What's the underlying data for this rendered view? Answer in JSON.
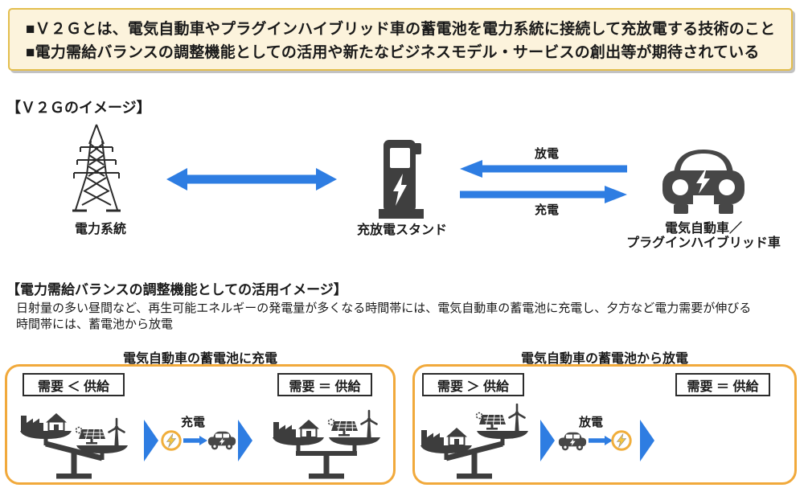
{
  "colors": {
    "accent_blue": "#2E7DE2",
    "panel_border_orange": "#F1A93B",
    "header_bg": "#FCF3DC",
    "header_border_gold": "#E3BE4E",
    "icon_gray": "#3F3F3F",
    "lightning_gold": "#F0AE3C"
  },
  "header_box": {
    "lines": [
      "■Ｖ２Ｇとは、電気自動車やプラグインハイブリッド車の蓄電池を電力系統に接続して充放電する技術のこと",
      "■電力需給バランスの調整機能としての活用や新たなビジネスモデル・サービスの創出等が期待されている"
    ]
  },
  "v2g_section": {
    "title": "【Ｖ２Ｇのイメージ】",
    "grid_label": "電力系統",
    "stand_label": "充放電スタンド",
    "car_label_line1": "電気自動車／",
    "car_label_line2": "プラグインハイブリッド車",
    "discharge_label": "放電",
    "charge_label": "充電"
  },
  "usage_section": {
    "title": "【電力需給バランスの調整機能としての活用イメージ】",
    "desc_line1": "日射量の多い昼間など、再生可能エネルギーの発電量が多くなる時間帯には、電気自動車の蓄電池に充電し、夕方など電力需要が伸びる",
    "desc_line2": "時間帯には、蓄電池から放電",
    "panels": [
      {
        "title": "電気自動車の蓄電池に充電",
        "left_box": "需要 ＜ 供給",
        "right_box": "需要 ＝ 供給",
        "action_label": "充電"
      },
      {
        "title": "電気自動車の蓄電池から放電",
        "left_box": "需要 ＞ 供給",
        "right_box": "需要 ＝ 供給",
        "action_label": "放電"
      }
    ]
  },
  "icons": {
    "transmission_tower": "transmission-tower-icon",
    "charging_stand": "ev-charging-stand-icon",
    "electric_car": "electric-car-icon",
    "lightning_badge": "energy-lightning-icon",
    "balance_scale": "balance-scale-icon",
    "factory": "factory-icon",
    "house": "house-icon",
    "solar_panel": "solar-panel-icon",
    "wind_turbine": "wind-turbine-icon",
    "blue_arrow": "blue-arrow-icon"
  }
}
